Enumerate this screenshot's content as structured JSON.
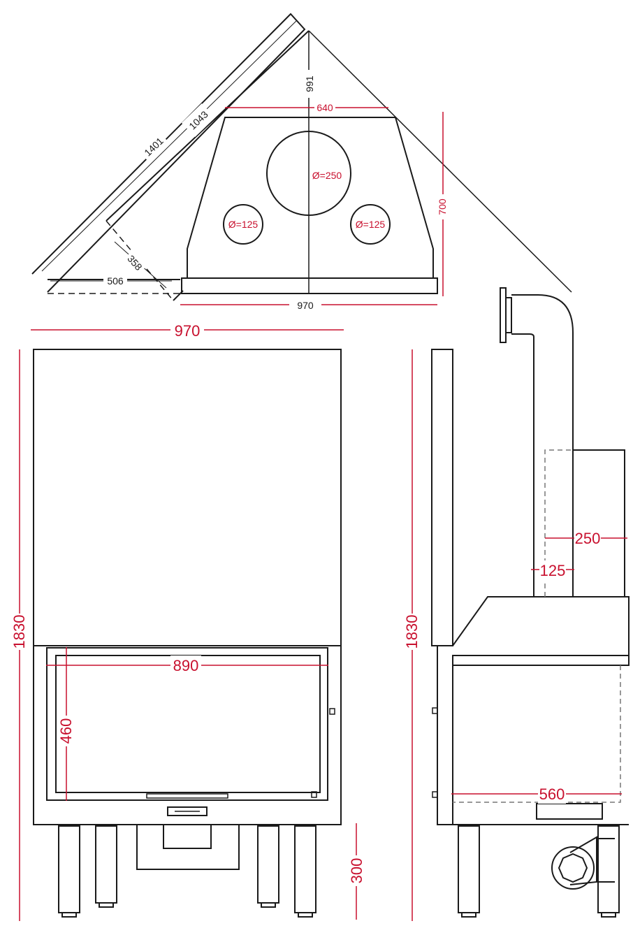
{
  "top_view": {
    "dim_diagonal_outer": "1401",
    "dim_diagonal_inner": "1043",
    "dim_depth": "991",
    "dim_top_width": "640",
    "dim_height": "700",
    "dim_front_width": "970",
    "dim_side_358": "358",
    "dim_side_506": "506",
    "outlet_center": "Ø=250",
    "outlet_left": "Ø=125",
    "outlet_right": "Ø=125"
  },
  "front_view": {
    "width": "970",
    "height": "1830",
    "glass_width": "890",
    "glass_height": "460",
    "leg_height": "300"
  },
  "side_view": {
    "height": "1830",
    "flue_250": "250",
    "flue_125": "125",
    "depth": "560"
  },
  "colors": {
    "outline": "#1a1a1a",
    "dimension": "#c8102e"
  }
}
